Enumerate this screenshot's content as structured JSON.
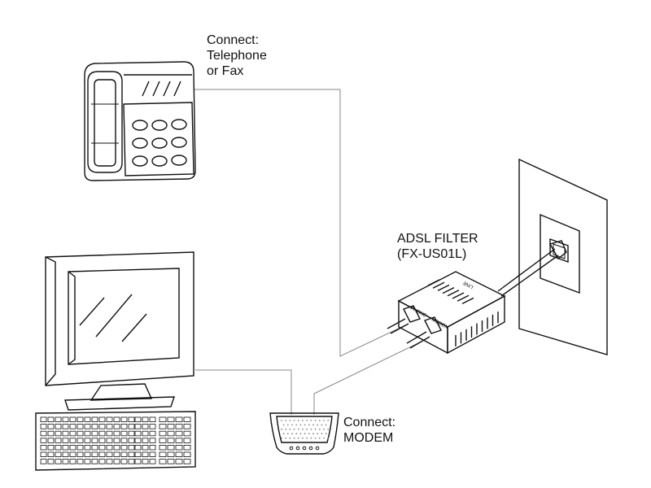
{
  "labels": {
    "phone": {
      "line1": "Connect:",
      "line2": "Telephone",
      "line3": "or Fax"
    },
    "filter": {
      "line1": "ADSL FILTER",
      "line2": "(FX-US01L)"
    },
    "modem": {
      "line1": "Connect:",
      "line2": "MODEM"
    }
  },
  "filter_ports": {
    "phone": "PHONE",
    "modem": "MODEM",
    "line": "LINE"
  },
  "colors": {
    "ink": "#111111",
    "wire": "#888888",
    "background": "#ffffff"
  },
  "icons": [
    "telephone-icon",
    "computer-icon",
    "keyboard-icon",
    "modem-icon",
    "adsl-filter-icon",
    "wall-jack-icon"
  ]
}
